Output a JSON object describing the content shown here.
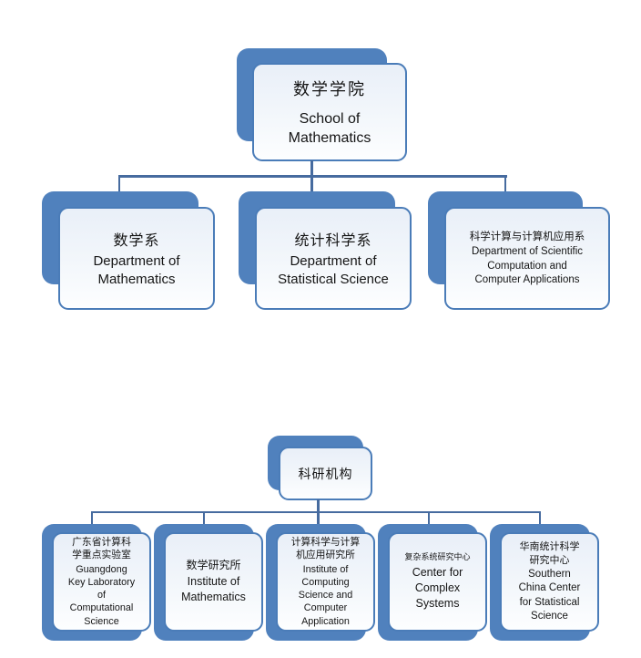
{
  "colors": {
    "node_back": "#5081BD",
    "node_border": "#4A7CB8",
    "node_fill_top": "#E9EFF8",
    "node_fill_bottom": "#FDFEFF",
    "connector": "#466B9F",
    "text": "#151515",
    "background": "#FFFFFF"
  },
  "charts": {
    "faculty": {
      "root": {
        "zh": "数学学院",
        "en": "School of\nMathematics"
      },
      "children": [
        {
          "zh": "数学系",
          "en": "Department of\nMathematics"
        },
        {
          "zh": "统计科学系",
          "en": "Department of\nStatistical Science"
        },
        {
          "zh": "科学计算与计算机应用系",
          "en": "Department of Scientific\nComputation and\nComputer Applications"
        }
      ]
    },
    "research": {
      "root": {
        "zh": "科研机构"
      },
      "children": [
        {
          "zh": "广东省计算科\n学重点实验室",
          "en": "Guangdong\nKey Laboratory\nof\nComputational\nScience"
        },
        {
          "zh": "数学研究所",
          "en": "Institute of\nMathematics"
        },
        {
          "zh": "计算科学与计算\n机应用研究所",
          "en": "Institute of\nComputing\nScience and\nComputer\nApplication"
        },
        {
          "zh": "复杂系统研究中心",
          "en": "Center for\nComplex\nSystems"
        },
        {
          "zh": "华南统计科学\n研究中心",
          "en": "Southern\nChina Center\nfor Statistical\nScience"
        }
      ]
    }
  }
}
